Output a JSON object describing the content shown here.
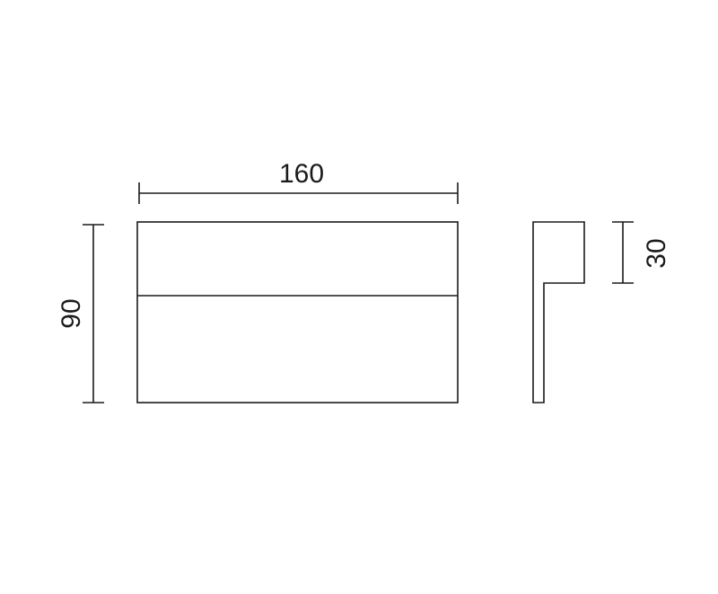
{
  "dimensions": {
    "width_label": "160",
    "height_label": "90",
    "depth_label": "30"
  },
  "colors": {
    "stroke": "#1a1a1a",
    "background": "#ffffff"
  }
}
